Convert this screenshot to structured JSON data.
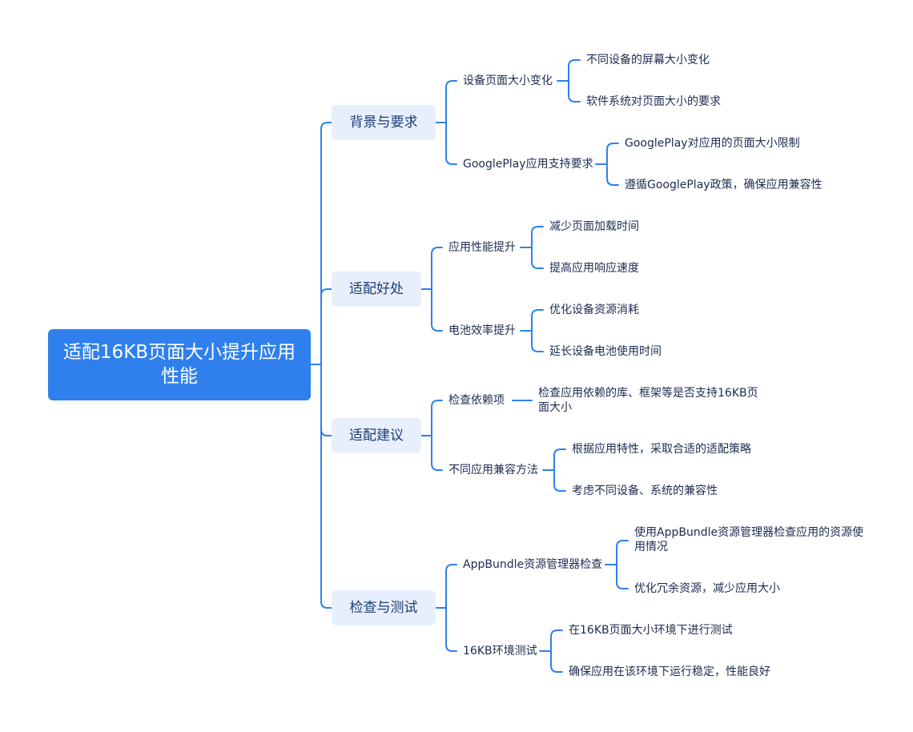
{
  "root": {
    "label": "适配16KB页面大小提升应用性能"
  },
  "branches": [
    {
      "label": "背景与要求",
      "children": [
        {
          "label": "设备页面大小变化",
          "leaves": [
            "不同设备的屏幕大小变化",
            "软件系统对页面大小的要求"
          ]
        },
        {
          "label": "GooglePlay应用支持要求",
          "leaves": [
            "GooglePlay对应用的页面大小限制",
            "遵循GooglePlay政策，确保应用兼容性"
          ]
        }
      ]
    },
    {
      "label": "适配好处",
      "children": [
        {
          "label": "应用性能提升",
          "leaves": [
            "减少页面加载时间",
            "提高应用响应速度"
          ]
        },
        {
          "label": "电池效率提升",
          "leaves": [
            "优化设备资源消耗",
            "延长设备电池使用时间"
          ]
        }
      ]
    },
    {
      "label": "适配建议",
      "children": [
        {
          "label": "检查依赖项",
          "leaves": [
            "检查应用依赖的库、框架等是否支持16KB页面大小"
          ]
        },
        {
          "label": "不同应用兼容方法",
          "leaves": [
            "根据应用特性，采取合适的适配策略",
            "考虑不同设备、系统的兼容性"
          ]
        }
      ]
    },
    {
      "label": "检查与测试",
      "children": [
        {
          "label": "AppBundle资源管理器检查",
          "leaves": [
            "使用AppBundle资源管理器检查应用的资源使用情况",
            "优化冗余资源，减少应用大小"
          ]
        },
        {
          "label": "16KB环境测试",
          "leaves": [
            "在16KB页面大小环境下进行测试",
            "确保应用在该环境下运行稳定，性能良好"
          ]
        }
      ]
    }
  ],
  "colors": {
    "line": "#2f80ed",
    "root_bg": "#2f80ed",
    "branch_bg": "#e8effc"
  }
}
